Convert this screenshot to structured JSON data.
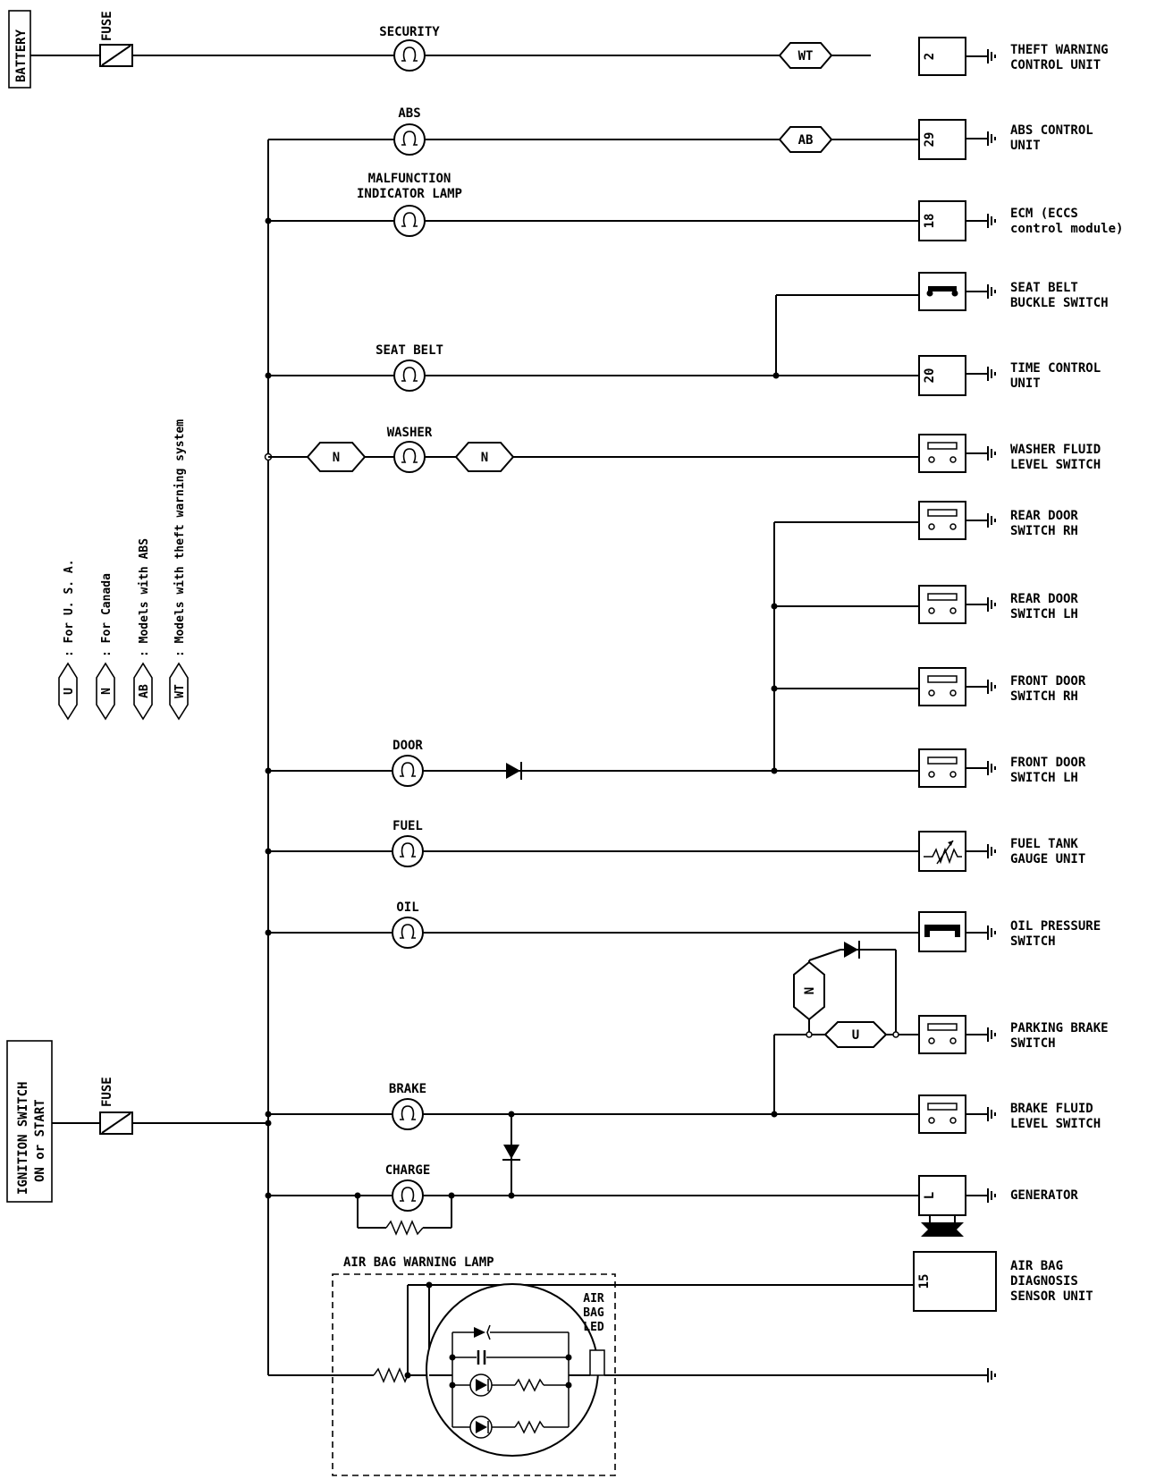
{
  "sources": {
    "battery": "BATTERY",
    "fuse_top": "FUSE",
    "ignition_line1": "IGNITION SWITCH",
    "ignition_line2": "ON or START",
    "fuse_bottom": "FUSE"
  },
  "lamps": [
    {
      "id": "security",
      "label": "SECURITY"
    },
    {
      "id": "abs",
      "label": "ABS"
    },
    {
      "id": "mil",
      "label": "MALFUNCTION",
      "label2": "INDICATOR LAMP"
    },
    {
      "id": "seatbelt",
      "label": "SEAT BELT"
    },
    {
      "id": "washer",
      "label": "WASHER"
    },
    {
      "id": "door",
      "label": "DOOR"
    },
    {
      "id": "fuel",
      "label": "FUEL"
    },
    {
      "id": "oil",
      "label": "OIL"
    },
    {
      "id": "brake",
      "label": "BRAKE"
    },
    {
      "id": "charge",
      "label": "CHARGE"
    }
  ],
  "hex_tags": {
    "wt": "WT",
    "ab": "AB",
    "n": "N",
    "u": "U"
  },
  "components": [
    {
      "id": "theft",
      "pin": "2",
      "line1": "THEFT WARNING",
      "line2": "CONTROL UNIT"
    },
    {
      "id": "abs_cu",
      "pin": "29",
      "line1": "ABS CONTROL",
      "line2": "UNIT"
    },
    {
      "id": "ecm",
      "pin": "18",
      "line1": "ECM (ECCS",
      "line2": "control module)"
    },
    {
      "id": "buckle",
      "pin": "",
      "line1": "SEAT BELT",
      "line2": "BUCKLE SWITCH"
    },
    {
      "id": "timer",
      "pin": "20",
      "line1": "TIME CONTROL",
      "line2": "UNIT"
    },
    {
      "id": "washer_sw",
      "pin": "",
      "line1": "WASHER FLUID",
      "line2": "LEVEL SWITCH"
    },
    {
      "id": "rear_rh",
      "pin": "",
      "line1": "REAR DOOR",
      "line2": "SWITCH RH"
    },
    {
      "id": "rear_lh",
      "pin": "",
      "line1": "REAR DOOR",
      "line2": "SWITCH LH"
    },
    {
      "id": "front_rh",
      "pin": "",
      "line1": "FRONT DOOR",
      "line2": "SWITCH RH"
    },
    {
      "id": "front_lh",
      "pin": "",
      "line1": "FRONT DOOR",
      "line2": "SWITCH LH"
    },
    {
      "id": "fuel_gauge",
      "pin": "",
      "line1": "FUEL TANK",
      "line2": "GAUGE UNIT"
    },
    {
      "id": "oil_sw",
      "pin": "",
      "line1": "OIL PRESSURE",
      "line2": "SWITCH"
    },
    {
      "id": "park_sw",
      "pin": "",
      "line1": "PARKING BRAKE",
      "line2": "SWITCH"
    },
    {
      "id": "brake_sw",
      "pin": "",
      "line1": "BRAKE FLUID",
      "line2": "LEVEL SWITCH"
    },
    {
      "id": "generator",
      "pin": "L",
      "line1": "GENERATOR",
      "line2": ""
    },
    {
      "id": "airbag_unit",
      "pin": "15",
      "line1": "AIR BAG",
      "line2": "DIAGNOSIS",
      "line3": "SENSOR UNIT"
    }
  ],
  "airbag": {
    "box_title": "AIR BAG WARNING LAMP",
    "led1": "AIR",
    "led2": "BAG",
    "led3": "LED"
  },
  "legend": [
    {
      "tag": "U",
      "text": ": For U. S. A."
    },
    {
      "tag": "N",
      "text": ": For Canada"
    },
    {
      "tag": "AB",
      "text": ": Models with ABS"
    },
    {
      "tag": "WT",
      "text": ": Models with theft warning system"
    }
  ]
}
